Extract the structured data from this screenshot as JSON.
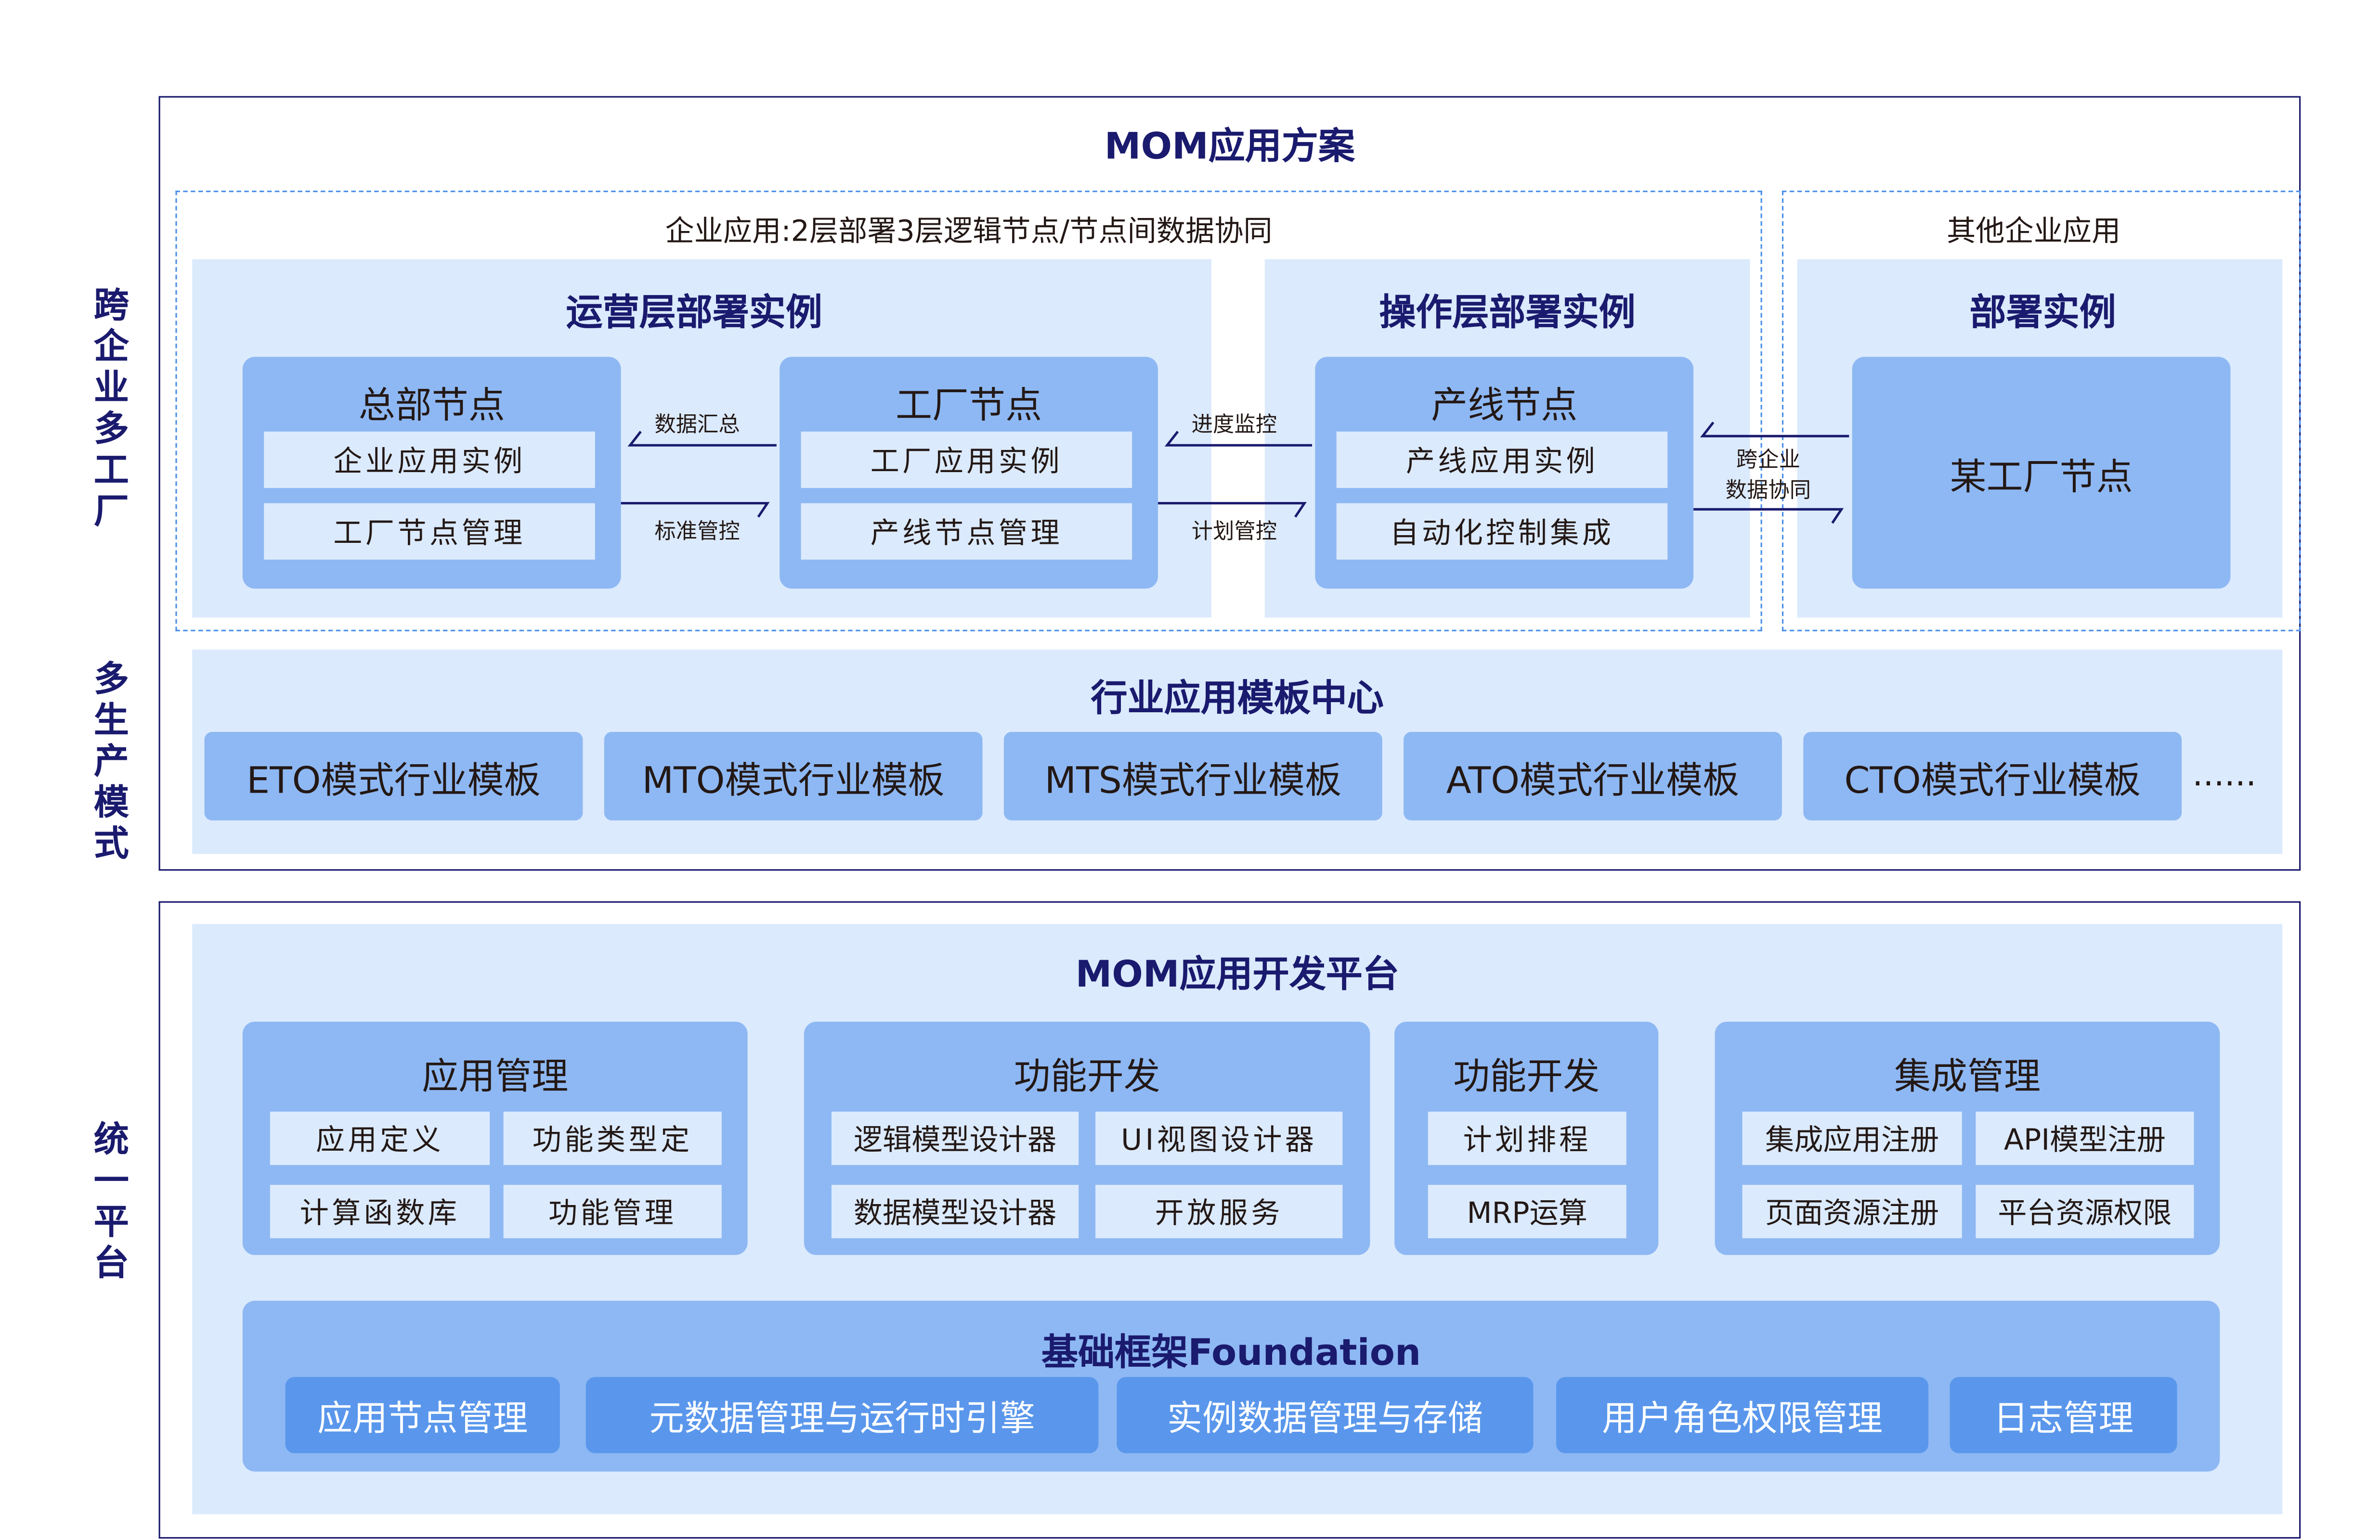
{
  "side_labels": [
    "跨企业多工厂",
    "多生产模式",
    "统一平台"
  ],
  "solution": {
    "title": "MOM应用方案",
    "enterprise_app_label": "企业应用:2层部署3层逻辑节点/节点间数据协同",
    "other_app_label": "其他企业应用",
    "ops_panel": {
      "title": "运营层部署实例"
    },
    "op_panel": {
      "title": "操作层部署实例"
    },
    "deploy_panel": {
      "title": "部署实例"
    },
    "nodes": [
      {
        "title": "总部节点",
        "items": [
          "企业应用实例",
          "工厂节点管理"
        ]
      },
      {
        "title": "工厂节点",
        "items": [
          "工厂应用实例",
          "产线节点管理"
        ]
      },
      {
        "title": "产线节点",
        "items": [
          "产线应用实例",
          "自动化控制集成"
        ]
      },
      {
        "title": "某工厂节点",
        "items": []
      }
    ],
    "flows": [
      {
        "up": "数据汇总",
        "down": "标准管控"
      },
      {
        "up": "进度监控",
        "down": "计划管控"
      },
      {
        "line1": "跨企业",
        "line2": "数据协同"
      }
    ],
    "templates": {
      "title": "行业应用模板中心",
      "items": [
        "ETO模式行业模板",
        "MTO模式行业模板",
        "MTS模式行业模板",
        "ATO模式行业模板",
        "CTO模式行业模板"
      ],
      "more": "......"
    }
  },
  "platform": {
    "title": "MOM应用开发平台",
    "groups": [
      {
        "title": "应用管理",
        "items": [
          "应用定义",
          "功能类型定",
          "计算函数库",
          "功能管理"
        ]
      },
      {
        "title": "功能开发",
        "items": [
          "逻辑模型设计器",
          "UI视图设计器",
          "数据模型设计器",
          "开放服务"
        ]
      },
      {
        "title": "功能开发",
        "items": [
          "计划排程",
          "MRP运算"
        ]
      },
      {
        "title": "集成管理",
        "items": [
          "集成应用注册",
          "API模型注册",
          "页面资源注册",
          "平台资源权限"
        ]
      }
    ],
    "foundation": {
      "title": "基础框架Foundation",
      "items": [
        "应用节点管理",
        "元数据管理与运行时引擎",
        "实例数据管理与存储",
        "用户角色权限管理",
        "日志管理"
      ]
    }
  },
  "colors": {
    "navy": "#1a1a6e",
    "panel": "#dbeafd",
    "box": "#8eb8f3",
    "accent": "#5a97ec",
    "dash": "#4a8ee8"
  }
}
